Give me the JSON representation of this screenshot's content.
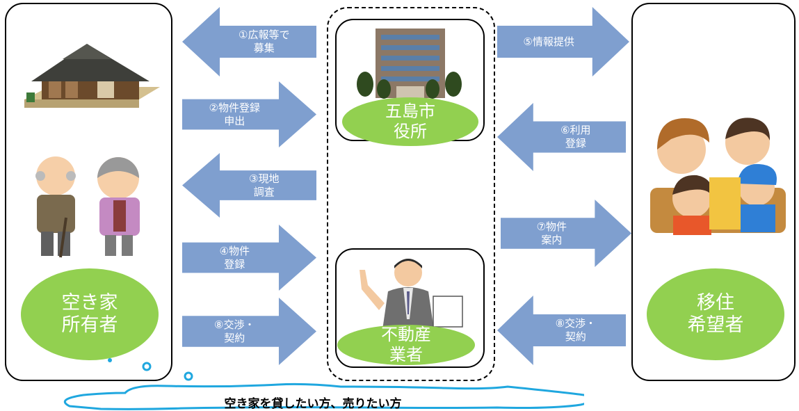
{
  "left_panel": {
    "label": "空き家\n所有者"
  },
  "city_office": {
    "label": "五島市\n役所"
  },
  "agent": {
    "label": "不動産\n業者"
  },
  "right_panel": {
    "label": "移住\n希望者"
  },
  "arrows": [
    {
      "id": "1",
      "text": "①広報等で\n募集",
      "direction": "left"
    },
    {
      "id": "2",
      "text": "②物件登録\n申出",
      "direction": "right"
    },
    {
      "id": "3",
      "text": "③現地\n調査",
      "direction": "left"
    },
    {
      "id": "4",
      "text": "④物件\n登録",
      "direction": "right"
    },
    {
      "id": "5",
      "text": "⑧交渉・\n契約",
      "direction": "right"
    },
    {
      "id": "6",
      "text": "⑤情報提供",
      "direction": "right"
    },
    {
      "id": "7",
      "text": "⑥利用\n登録",
      "direction": "left"
    },
    {
      "id": "8",
      "text": "⑦物件\n案内",
      "direction": "right"
    },
    {
      "id": "9",
      "text": "⑧交渉・\n契約",
      "direction": "left"
    }
  ],
  "caption": "空き家を貸したい方、売りたい方",
  "colors": {
    "arrow": "#7f9fcf",
    "ellipse": "#92d050",
    "cloud_outline": "#1fa7df"
  },
  "icons": [
    "house-icon",
    "elderly-couple-icon",
    "building-icon",
    "businessman-icon",
    "family-icon"
  ]
}
